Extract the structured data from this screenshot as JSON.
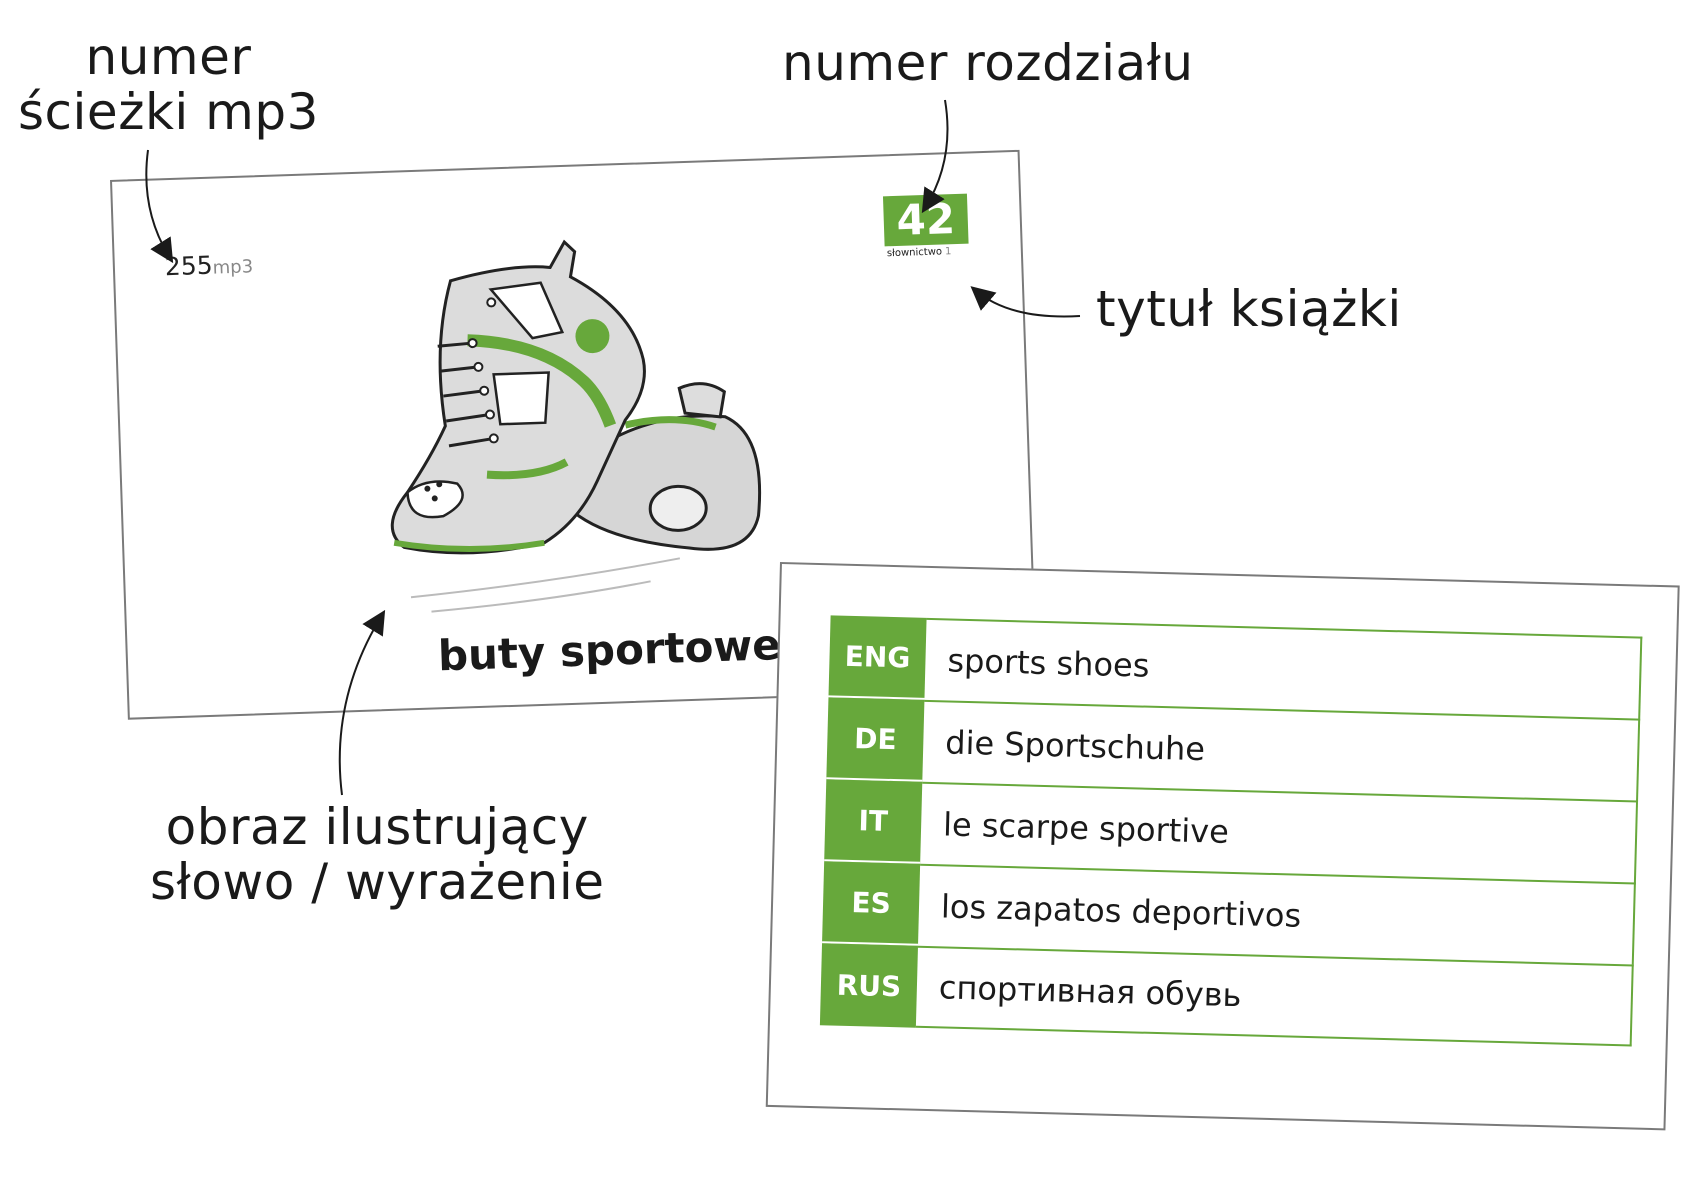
{
  "labels": {
    "track": [
      "numer",
      "ścieżki mp3"
    ],
    "chapter": "numer rozdziału",
    "book": "tytuł książki",
    "image": [
      "obraz ilustrujący",
      "słowo / wyrażenie"
    ]
  },
  "front": {
    "track_number": "255",
    "track_suffix": "mp3",
    "chapter_number": "42",
    "book_title": "słownictwo",
    "book_volume": "1",
    "word": "buty sportowe"
  },
  "back": {
    "rows": [
      {
        "lang": "ENG",
        "text": "sports shoes"
      },
      {
        "lang": "DE",
        "text": "die Sportschuhe"
      },
      {
        "lang": "IT",
        "text": "le scarpe sportive"
      },
      {
        "lang": "ES",
        "text": "los zapatos deportivos"
      },
      {
        "lang": "RUS",
        "text": "спортивная обувь"
      }
    ]
  },
  "colors": {
    "accent": "#67a83b",
    "text": "#1a1a1a",
    "border": "#7a7a7a"
  },
  "icons": {
    "illustration": "sneakers-illustration-icon"
  }
}
